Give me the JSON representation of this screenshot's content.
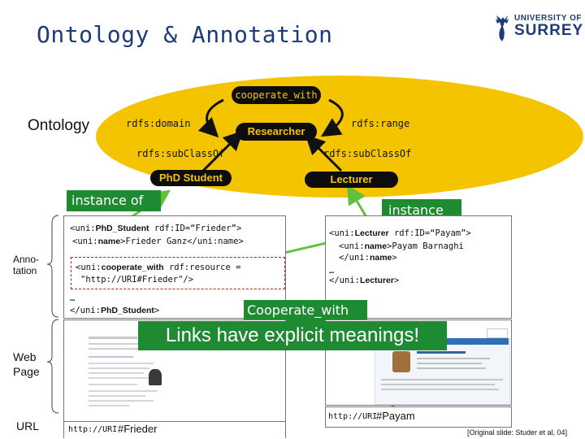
{
  "title": "Ontology & Annotation",
  "logo": {
    "line1": "UNIVERSITY OF",
    "line2": "SURREY"
  },
  "ontology_label": "Ontology",
  "nodes": {
    "cooperate_with": "cooperate_with",
    "researcher": "Researcher",
    "phd_student": "PhD Student",
    "lecturer": "Lecturer"
  },
  "edges": {
    "domain": "rdfs:domain",
    "range": "rdfs:range",
    "subclass_left": "rdfs:subClassOf",
    "subclass_right": "rdfs:subClassOf"
  },
  "instance_of_left": "instance of",
  "instance_of_right": "instance of",
  "side_labels": {
    "annotation": "Anno-\ntation",
    "web_page": "Web\nPage",
    "url": "URL"
  },
  "left_annotation": {
    "line1_pre": "<uni:",
    "line1_tag": "PhD_Student",
    "line1_post": " rdf:ID=“Frieder”>",
    "line2_pre": "<uni:",
    "line2_tag": "name",
    "line2_mid": ">Frieder Ganz</uni:",
    "line2_tag2": "name",
    "line2_post": ">",
    "line3_pre": "<uni:",
    "line3_tag": "cooperate_with",
    "line3_post": " rdf:resource =",
    "line4": "\"http://URI#Frieder\"/>",
    "line5": "…",
    "line6_pre": "</uni:",
    "line6_tag": "PhD_Student",
    "line6_post": ">"
  },
  "right_annotation": {
    "line1_pre": "<uni:",
    "line1_tag": "Lecturer",
    "line1_post": " rdf:ID=“Payam”>",
    "line2_pre": "<uni:",
    "line2_tag": "name",
    "line2_post": ">Payam Barnaghi",
    "line3_pre": "</uni:",
    "line3_tag": "name",
    "line3_post": ">",
    "line4": "…",
    "line5_pre": "</uni:",
    "line5_tag": "Lecturer",
    "line5_post": ">"
  },
  "cooperate_box": "Cooperate_with",
  "links_box": "Links have explicit meanings!",
  "url_left": {
    "prefix": "http://URI",
    "suffix": "#Frieder"
  },
  "url_right": {
    "prefix": "http://URI",
    "suffix": "#Payam"
  },
  "citation": "[Original slide: Studer et al, 04]",
  "colors": {
    "ontology_fill": "#f4c400",
    "node_fill": "#0d0d0d",
    "arrow_green": "#5fc23c",
    "box_green": "#1e8a32",
    "title": "#1f3a7a"
  }
}
